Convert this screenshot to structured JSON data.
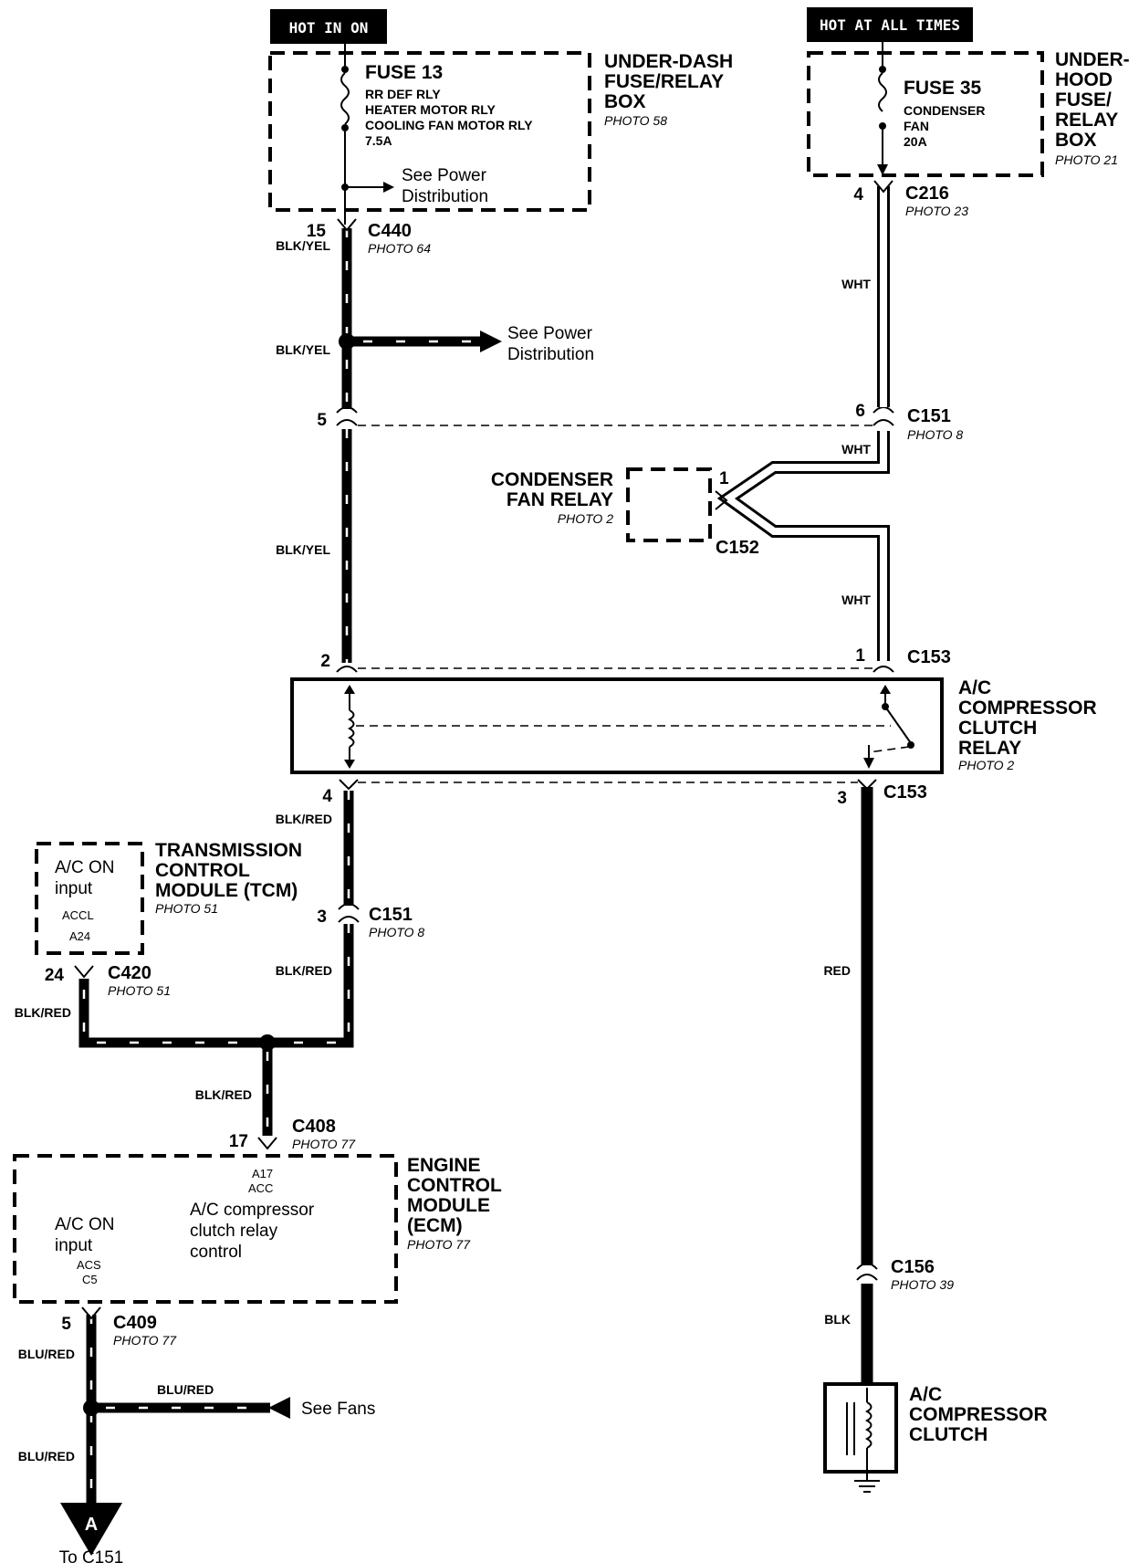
{
  "tags": {
    "hot_in_on": "HOT IN ON",
    "hot_at_all_times": "HOT AT ALL TIMES"
  },
  "under_dash_box": {
    "title_1": "UNDER-DASH",
    "title_2": "FUSE/RELAY",
    "title_3": "BOX",
    "photo": "PHOTO 58",
    "fuse_name": "FUSE 13",
    "fuse_line_1": "RR DEF RLY",
    "fuse_line_2": "HEATER MOTOR RLY",
    "fuse_line_3": "COOLING FAN MOTOR RLY",
    "fuse_rating": "7.5A",
    "see_1": "See Power",
    "see_2": "Distribution"
  },
  "under_hood_box": {
    "title_1": "UNDER-",
    "title_2": "HOOD",
    "title_3": "FUSE/",
    "title_4": "RELAY",
    "title_5": "BOX",
    "photo": "PHOTO 21",
    "fuse_name": "FUSE 35",
    "fuse_line_1": "CONDENSER",
    "fuse_line_2": "FAN",
    "fuse_rating": "20A"
  },
  "c440": {
    "pin": "15",
    "name": "C440",
    "photo": "PHOTO 64"
  },
  "c216": {
    "pin": "4",
    "name": "C216",
    "photo": "PHOTO 23"
  },
  "splice_see_1": "See Power",
  "splice_see_2": "Distribution",
  "c151_top": {
    "pin_left": "5",
    "pin_right": "6",
    "name": "C151",
    "photo": "PHOTO 8"
  },
  "condenser_relay": {
    "title_1": "CONDENSER",
    "title_2": "FAN RELAY",
    "photo": "PHOTO 2",
    "pin": "1",
    "connector": "C152"
  },
  "c153_top": {
    "pin_left": "2",
    "pin_right": "1",
    "name": "C153"
  },
  "ac_relay": {
    "title_1": "A/C",
    "title_2": "COMPRESSOR",
    "title_3": "CLUTCH",
    "title_4": "RELAY",
    "photo": "PHOTO 2"
  },
  "c153_bottom": {
    "pin_left": "4",
    "pin_right": "3",
    "name": "C153"
  },
  "tcm": {
    "in_1": "A/C ON",
    "in_2": "input",
    "pin_name": "ACCL",
    "pin_id": "A24",
    "title_1": "TRANSMISSION",
    "title_2": "CONTROL",
    "title_3": "MODULE (TCM)",
    "photo": "PHOTO 51"
  },
  "c151_mid": {
    "pin": "3",
    "name": "C151",
    "photo": "PHOTO 8"
  },
  "c420": {
    "pin": "24",
    "name": "C420",
    "photo": "PHOTO 51"
  },
  "c408": {
    "pin": "17",
    "name": "C408",
    "photo": "PHOTO 77"
  },
  "ecm": {
    "pin_top_1": "A17",
    "pin_top_2": "ACC",
    "ctrl_1": "A/C compressor",
    "ctrl_2": "clutch relay",
    "ctrl_3": "control",
    "in_1": "A/C ON",
    "in_2": "input",
    "pin_bot_1": "ACS",
    "pin_bot_2": "C5",
    "title_1": "ENGINE",
    "title_2": "CONTROL",
    "title_3": "MODULE",
    "title_4": "(ECM)",
    "photo": "PHOTO 77"
  },
  "c409": {
    "pin": "5",
    "name": "C409",
    "photo": "PHOTO 77"
  },
  "see_fans": "See Fans",
  "arrow_a": {
    "letter": "A",
    "label": "To C151"
  },
  "c156": {
    "name": "C156",
    "photo": "PHOTO 39"
  },
  "clutch": {
    "title_1": "A/C",
    "title_2": "COMPRESSOR",
    "title_3": "CLUTCH"
  },
  "wire_colors": {
    "blk_yel": "BLK/YEL",
    "wht": "WHT",
    "blk_red": "BLK/RED",
    "red": "RED",
    "blk": "BLK",
    "blu_red": "BLU/RED"
  }
}
